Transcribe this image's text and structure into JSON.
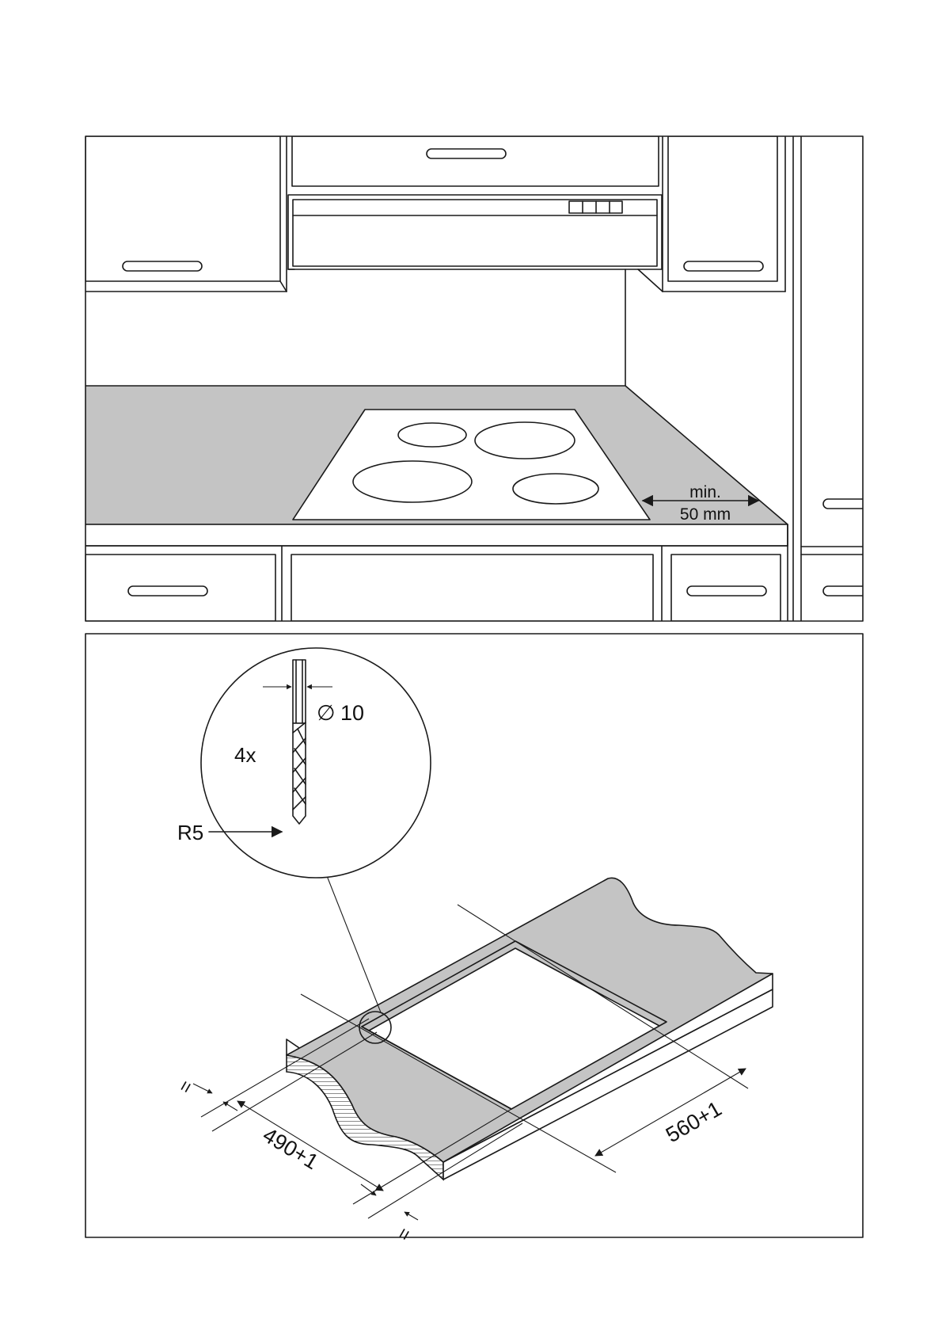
{
  "top_panel": {
    "clearance_label_line1": "min.",
    "clearance_label_line2": "50 mm"
  },
  "bottom_panel": {
    "drill_diameter_symbol": "∅",
    "drill_diameter": "10",
    "quantity": "4x",
    "radius": "R5",
    "cutout_width": "490+1",
    "cutout_depth": "560+1",
    "equal_spacing_mark_left": "=",
    "equal_spacing_mark_right": "="
  },
  "colors": {
    "line": "#1a1a1a",
    "worktop": "#c4c4c4",
    "background": "#ffffff"
  }
}
